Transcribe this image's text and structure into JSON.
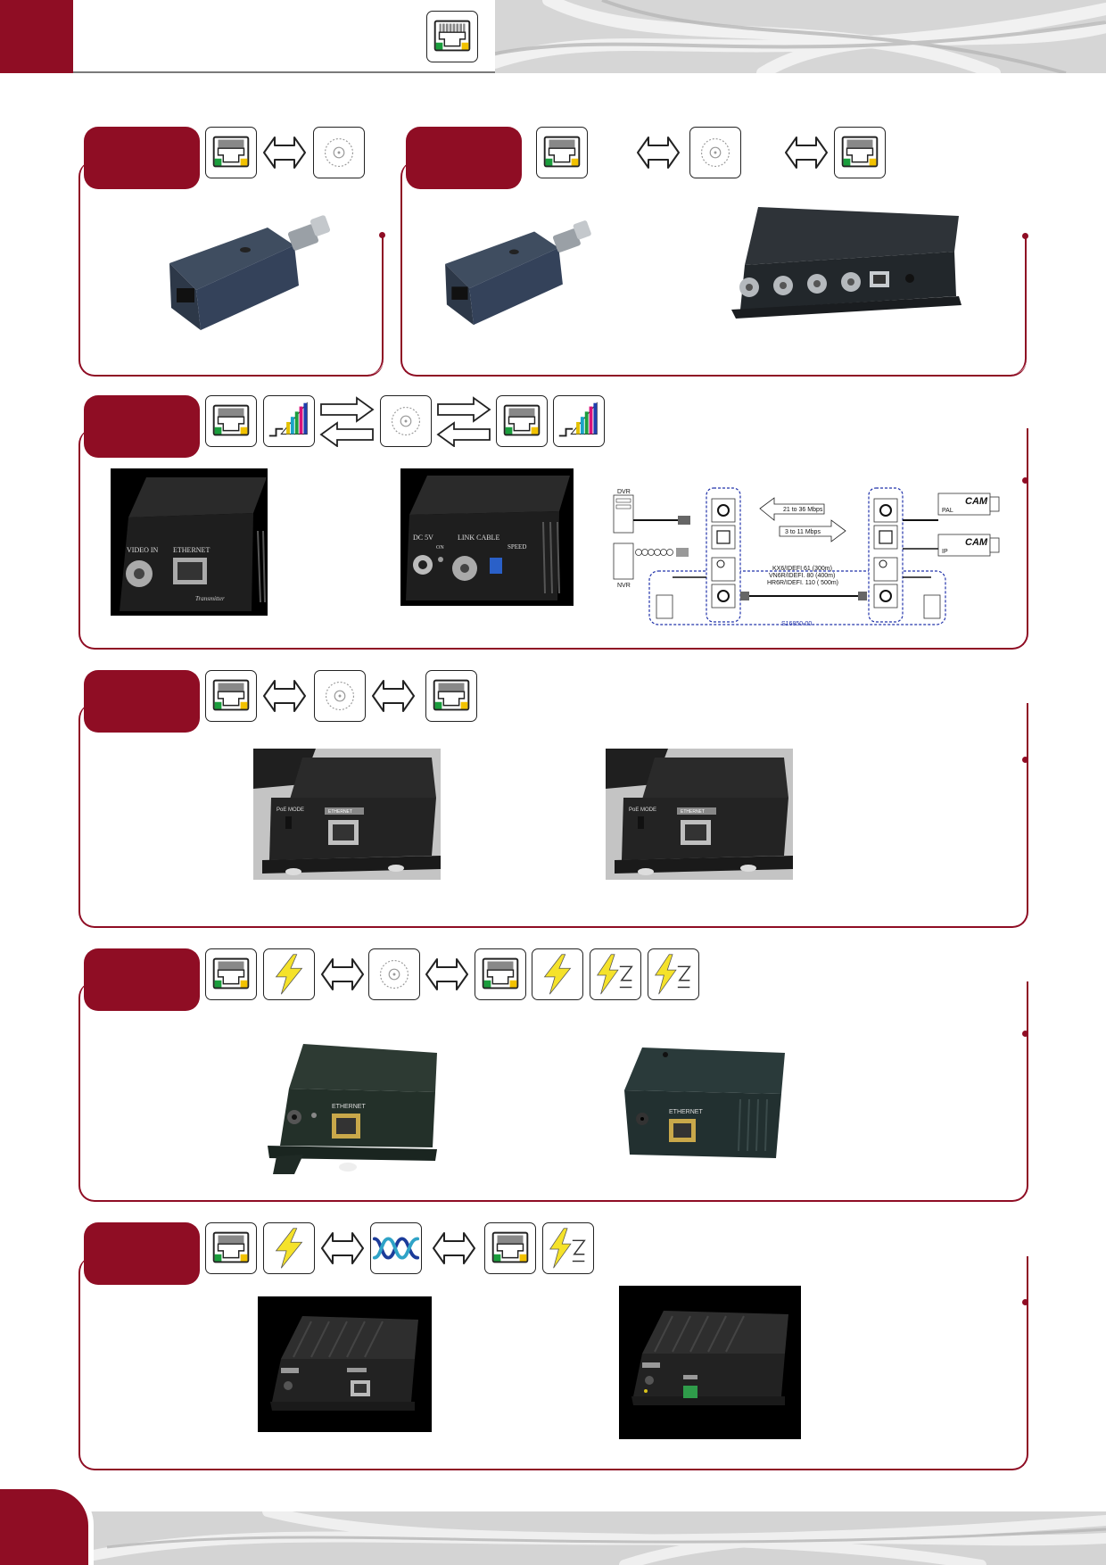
{
  "colors": {
    "brand": "#8f0d24",
    "icon_border": "#222222",
    "diagram_border": "#2233aa"
  },
  "header": {
    "icon": "rj45-icon"
  },
  "diagram": {
    "dvr_label": "DVR",
    "nvr_label": "NVR",
    "speed_1": "21 to 36 Mbps",
    "speed_2": "3 to 11 Mbps",
    "cable_1": "KX6/IDEFI 61 (300m)",
    "cable_2": "VN6R/IDEFI. 80 (400m)",
    "cable_3": "HR6R/IDEFI. 110 ( 500m)",
    "code": "S16850-00",
    "pal_label": "PAL",
    "ip_label": "IP",
    "cam_label": "CAM"
  },
  "products": {
    "p3a": {
      "label_1": "VIDEO IN",
      "label_2": "ETHERNET",
      "label_3": "Transmitter"
    },
    "p3b": {
      "label_1": "DC 5V",
      "label_2": "ON",
      "label_3": "LINK CABLE",
      "label_4": "SPEED"
    },
    "p4": {
      "label_1": "PoE MODE",
      "label_2": "ETHERNET"
    },
    "p5": {
      "label_1": "ETHERNET"
    }
  }
}
